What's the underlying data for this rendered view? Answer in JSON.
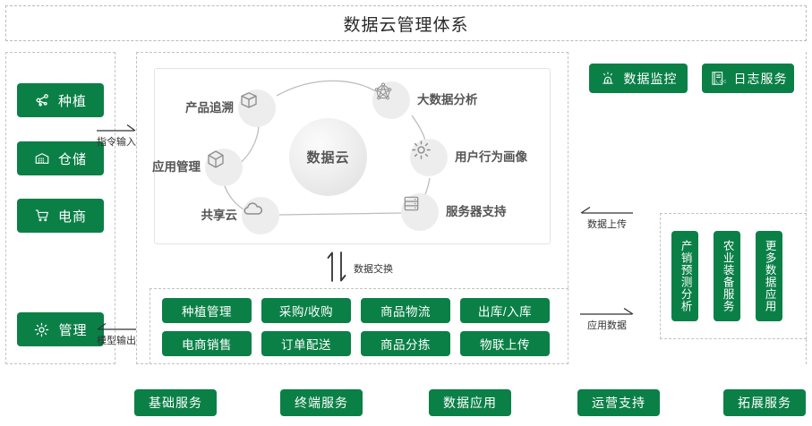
{
  "title": "数据云管理体系",
  "sidebar": {
    "items": [
      {
        "label": "种植",
        "icon": "share-nodes-icon"
      },
      {
        "label": "仓储",
        "icon": "warehouse-icon"
      },
      {
        "label": "电商",
        "icon": "shopping-cart-icon"
      },
      {
        "label": "管理",
        "icon": "gear-icon"
      }
    ]
  },
  "arrows": {
    "command_input": "指令输入",
    "model_output": "模型输出",
    "data_upload": "数据上传",
    "application_data": "应用数据",
    "data_exchange": "数据交换"
  },
  "cloud": {
    "center": "数据云",
    "nodes": [
      {
        "label": "产品追溯",
        "icon": "open-box-icon"
      },
      {
        "label": "大数据分析",
        "icon": "network-graph-icon"
      },
      {
        "label": "应用管理",
        "icon": "cube-icon"
      },
      {
        "label": "用户行为画像",
        "icon": "gear-icon"
      },
      {
        "label": "共享云",
        "icon": "cloud-icon"
      },
      {
        "label": "服务器支持",
        "icon": "server-icon"
      }
    ]
  },
  "top_right_buttons": [
    {
      "label": "数据监控",
      "icon": "alarm-light-icon"
    },
    {
      "label": "日志服务",
      "icon": "log-book-icon"
    }
  ],
  "tags": [
    "种植管理",
    "采购/收购",
    "商品物流",
    "出库/入库",
    "电商销售",
    "订单配送",
    "商品分拣",
    "物联上传"
  ],
  "data_applications": [
    "产销预测分析",
    "农业装备服务",
    "更多数据应用"
  ],
  "bottom_services": [
    "基础服务",
    "终端服务",
    "数据应用",
    "运营支持",
    "拓展服务"
  ],
  "colors": {
    "brand_green": "#0a8047",
    "dashed_border": "#c2c2c2",
    "node_bg": "#ededed",
    "text_dark": "#2b2b2b"
  }
}
